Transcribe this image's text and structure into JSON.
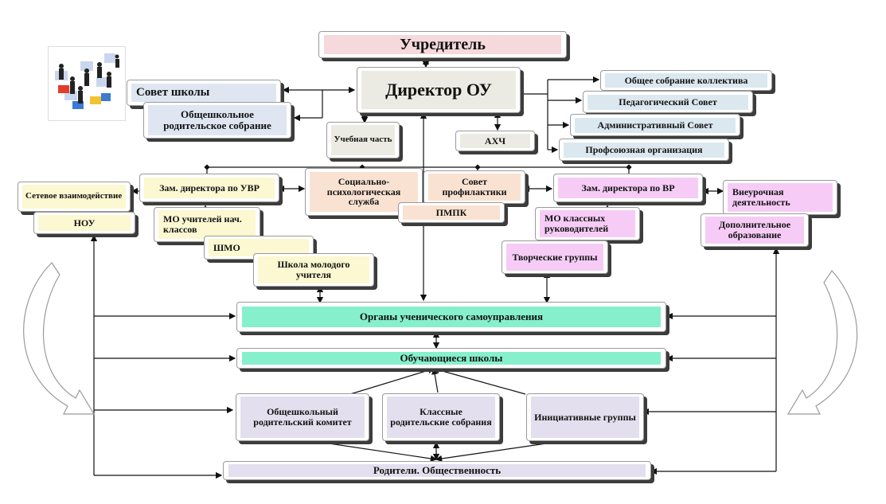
{
  "colors": {
    "pink": "#f6d9dc",
    "beige": "#ecebe3",
    "blue": "#dfe6f1",
    "ice": "#dbe8f0",
    "yellow": "#fbf8d2",
    "peach": "#f9e2d2",
    "magenta": "#f6ccf6",
    "mint": "#86f0cc",
    "lavender": "#e3dfee"
  },
  "logo_icon": "people-puzzle-icon",
  "nodes": {
    "founder": "Учредитель",
    "director": "Директор ОУ",
    "school_council": "Совет школы",
    "parent_meeting": "Общешкольное родительское собрание",
    "academic_part": "Учебная часть",
    "akhch": "АХЧ",
    "general_meeting": "Общее собрание коллектива",
    "ped_council": "Педагогический Совет",
    "admin_council": "Административный Совет",
    "union": "Профсоюзная организация",
    "deputy_uvr": "Зам. директора по УВР",
    "network": "Сетевое взаимодействие",
    "nou": "НОУ",
    "mo_primary": "МО учителей нач. классов",
    "shmo": "ШМО",
    "young_teacher": "Школа молодого учителя",
    "social_service": "Социально-психологическая служба",
    "prevention_council": "Совет профилактики",
    "pmpk": "ПМПК",
    "deputy_vr": "Зам. директора по ВР",
    "mo_class": "МО классных руководителей",
    "creative_groups": "Творческие группы",
    "extracurricular": "Внеурочная деятельность",
    "additional_edu": "Дополнительное образование",
    "student_gov": "Органы ученического самоуправления",
    "students": "Обучающиеся школы",
    "parent_committee": "Общешкольный родительский комитет",
    "class_meetings": "Классные родительские собрания",
    "initiative_groups": "Инициативные группы",
    "parents_public": "Родители. Общественность"
  }
}
